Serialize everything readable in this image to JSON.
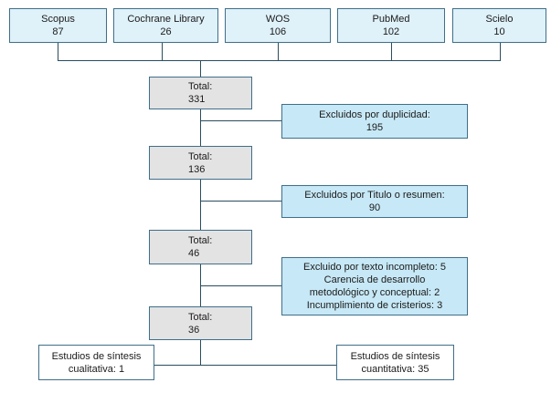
{
  "sources": [
    {
      "name": "Scopus",
      "count": "87"
    },
    {
      "name": "Cochrane Library",
      "count": "26"
    },
    {
      "name": "WOS",
      "count": "106"
    },
    {
      "name": "PubMed",
      "count": "102"
    },
    {
      "name": "Scielo",
      "count": "10"
    }
  ],
  "totals": [
    {
      "label": "Total:",
      "value": "331"
    },
    {
      "label": "Total:",
      "value": "136"
    },
    {
      "label": "Total:",
      "value": "46"
    },
    {
      "label": "Total:",
      "value": "36"
    }
  ],
  "exclusions": [
    {
      "lines": [
        "Excluidos por duplicidad:",
        "195"
      ]
    },
    {
      "lines": [
        "Excluidos por Titulo o resumen:",
        "90"
      ]
    },
    {
      "lines": [
        "Excluido por texto incompleto: 5",
        "Carencia de desarrollo",
        "metodológico y conceptual: 2",
        "Incumplimiento de cristerios: 3"
      ]
    }
  ],
  "outcomes": [
    {
      "lines": [
        "Estudios de síntesis",
        "cualitativa: 1"
      ]
    },
    {
      "lines": [
        "Estudios de síntesis",
        "cuantitativa: 35"
      ]
    }
  ]
}
